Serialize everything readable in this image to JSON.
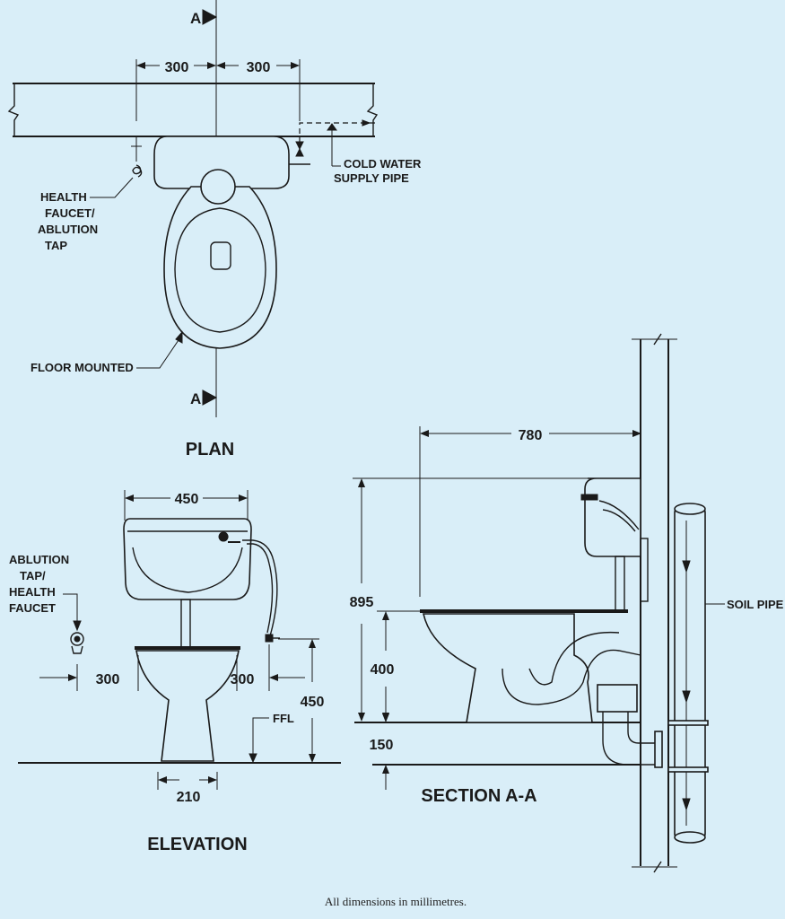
{
  "plan": {
    "section_mark": "A",
    "dim_left": "300",
    "dim_right": "300",
    "cold_water_line1": "COLD WATER",
    "cold_water_line2": "SUPPLY PIPE",
    "health_faucet_lines": [
      "HEALTH",
      "FAUCET/",
      "ABLUTION",
      "TAP"
    ],
    "floor_mounted": "FLOOR MOUNTED",
    "title": "PLAN"
  },
  "elevation": {
    "dim_width": "450",
    "ablution_lines": [
      "ABLUTION",
      "TAP/",
      "HEALTH",
      "FAUCET"
    ],
    "dim_left": "300",
    "dim_right": "300",
    "dim_height": "450",
    "ffl": "FFL",
    "dim_base": "210",
    "title": "ELEVATION"
  },
  "section": {
    "dim_depth": "780",
    "dim_total_height": "895",
    "dim_seat_height": "400",
    "dim_floor": "150",
    "soil_pipe": "SOIL PIPE",
    "title": "SECTION A-A"
  },
  "footer_note": "All dimensions in millimetres."
}
